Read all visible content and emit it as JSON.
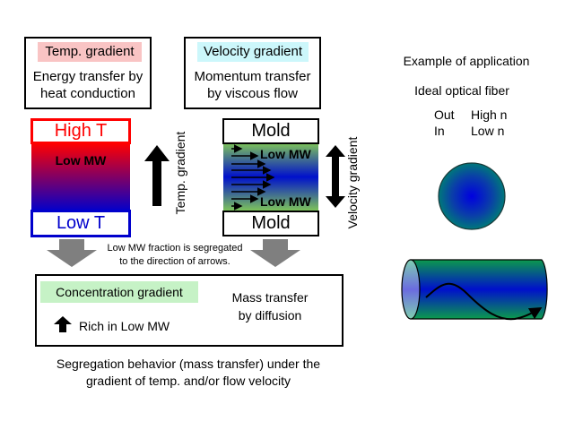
{
  "temp_panel": {
    "header": "Temp. gradient",
    "header_color": "#f9c4c4",
    "description_line1": "Energy transfer by",
    "description_line2": "heat conduction",
    "high_label": "High T",
    "low_label": "Low T",
    "high_color": "#ff0000",
    "low_color": "#0000cc",
    "region_label": "Low MW",
    "arrow_label": "Temp. gradient"
  },
  "velocity_panel": {
    "header": "Velocity gradient",
    "header_color": "#ccf7fb",
    "description_line1": "Momentum transfer",
    "description_line2": "by viscous flow",
    "top_mold": "Mold",
    "bottom_mold": "Mold",
    "region_top_label": "Low MW",
    "region_bottom_label": "Low MW",
    "arrow_label": "Velocity gradient",
    "edge_color": "#7dc35a",
    "center_color": "#0010cc"
  },
  "segregation_note": {
    "line1": "Low MW fraction is segregated",
    "line2": "to the direction of arrows."
  },
  "concentration_panel": {
    "header": "Concentration gradient",
    "header_color": "#c6f2c6",
    "rich_label": "Rich in Low MW",
    "description_line1": "Mass transfer",
    "description_line2": "by diffusion"
  },
  "caption": {
    "line1": "Segregation behavior (mass transfer) under the",
    "line2": "gradient of temp. and/or flow velocity"
  },
  "application": {
    "title": "Example of application",
    "subtitle": "Ideal optical fiber",
    "row1_left": "Out",
    "row1_right": "High n",
    "row2_left": "In",
    "row2_right": "Low n",
    "core_color": "#0000cc",
    "cladding_color": "#008a5a"
  }
}
